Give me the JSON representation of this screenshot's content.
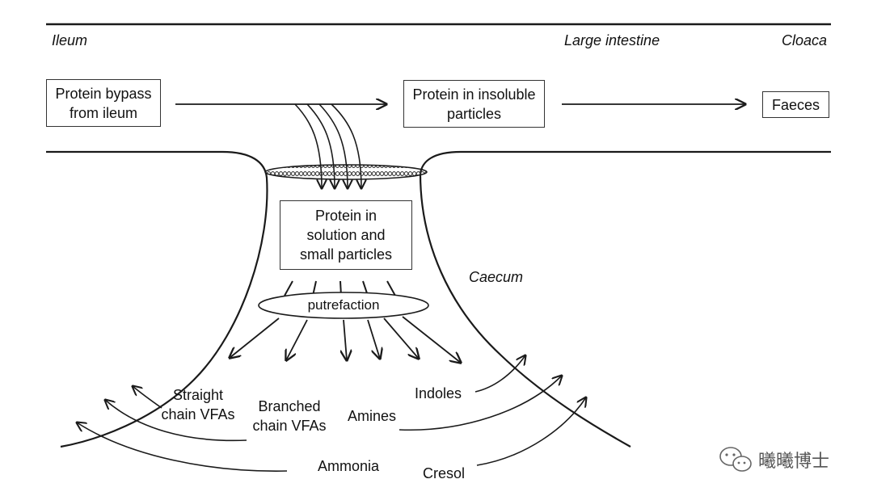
{
  "regions": {
    "ileum": "Ileum",
    "large_intestine": "Large intestine",
    "cloaca": "Cloaca",
    "caecum": "Caecum"
  },
  "boxes": {
    "protein_bypass": "Protein bypass from ileum",
    "protein_insoluble": "Protein in insoluble particles",
    "faeces": "Faeces",
    "protein_solution": "Protein in solution and small particles"
  },
  "process": {
    "putrefaction": "putrefaction"
  },
  "products": {
    "straight_chain_vfas": "Straight chain VFAs",
    "branched_chain_vfas": "Branched chain VFAs",
    "amines": "Amines",
    "indoles": "Indoles",
    "ammonia": "Ammonia",
    "cresol": "Cresol"
  },
  "watermark": {
    "text": "曦曦博士",
    "icon": "wechat-icon"
  },
  "colors": {
    "line": "#1a1a1a",
    "text": "#111111"
  }
}
